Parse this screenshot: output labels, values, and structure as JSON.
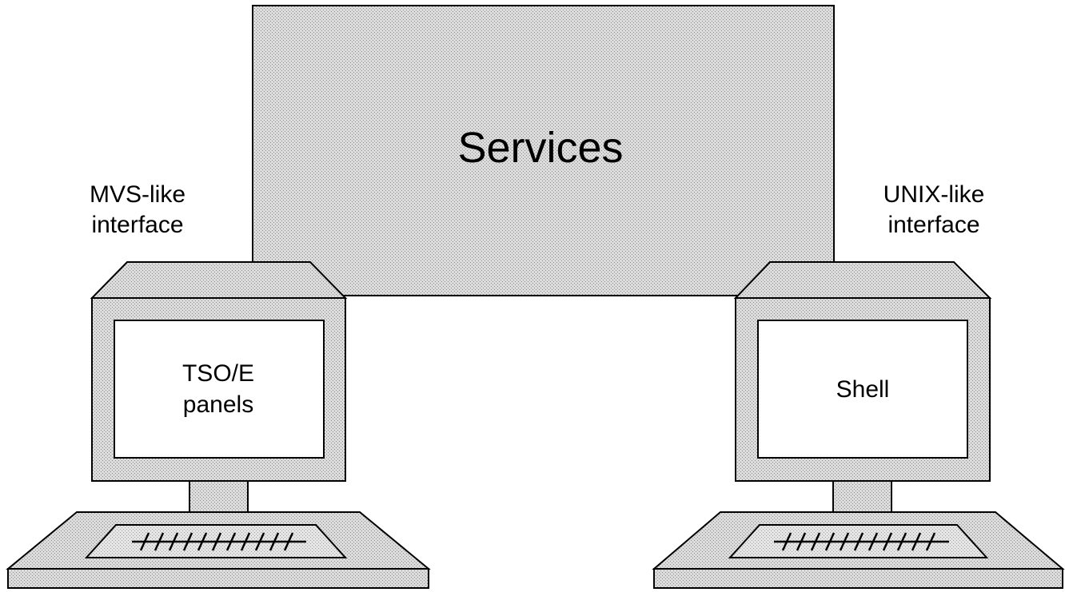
{
  "services": {
    "label": "Services"
  },
  "left_terminal": {
    "interface_label": [
      "MVS-like",
      "interface"
    ],
    "screen_label": [
      "TSO/E",
      "panels"
    ]
  },
  "right_terminal": {
    "interface_label": [
      "UNIX-like",
      "interface"
    ],
    "screen_label": [
      "Shell"
    ]
  },
  "colors": {
    "stroke": "#000000",
    "shade": "#d9d9d9",
    "screen": "#ffffff"
  },
  "icons": [
    "terminal-monitor-icon",
    "keyboard-icon"
  ]
}
